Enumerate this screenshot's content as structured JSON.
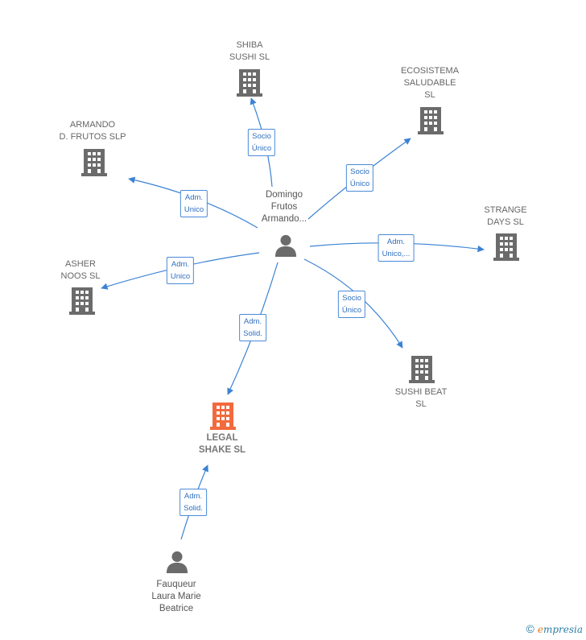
{
  "nodes": {
    "domingo": {
      "label": "Domingo\nFrutos\nArmando...",
      "type": "person"
    },
    "shiba": {
      "label": "SHIBA\nSUSHI  SL",
      "type": "company"
    },
    "ecosistema": {
      "label": "ECOSISTEMA\nSALUDABLE\nSL",
      "type": "company"
    },
    "armando": {
      "label": "ARMANDO\nD.  FRUTOS  SLP",
      "type": "company"
    },
    "strange": {
      "label": "STRANGE\nDAYS  SL",
      "type": "company"
    },
    "asher": {
      "label": "ASHER\nNOOS  SL",
      "type": "company"
    },
    "sushibeat": {
      "label": "SUSHI BEAT\nSL",
      "type": "company"
    },
    "legal": {
      "label": "LEGAL\nSHAKE  SL",
      "type": "company-focus"
    },
    "fauqueur": {
      "label": "Fauqueur\nLaura Marie\nBeatrice",
      "type": "person"
    }
  },
  "edges": {
    "to_shiba": {
      "label": "Socio\nÚnico"
    },
    "to_ecosistema": {
      "label": "Socio\nÚnico"
    },
    "to_armando": {
      "label": "Adm.\nUnico"
    },
    "to_strange": {
      "label": "Adm.\nUnico,..."
    },
    "to_asher": {
      "label": "Adm.\nUnico"
    },
    "to_sushibeat": {
      "label": "Socio\nÚnico"
    },
    "to_legal": {
      "label": "Adm.\nSolid."
    },
    "fauqueur_to_legal": {
      "label": "Adm.\nSolid."
    }
  },
  "colors": {
    "edge": "#3b82d4",
    "building": "#6b6b6b",
    "focus": "#f26a3d",
    "person": "#6b6b6b"
  },
  "watermark": {
    "symbol": "©",
    "brand_first": "e",
    "brand_rest": "mpresia"
  }
}
